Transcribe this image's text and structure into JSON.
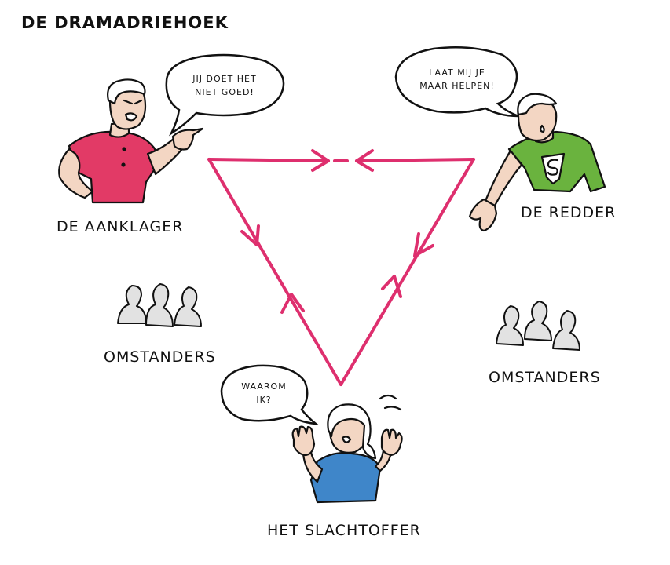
{
  "title": "DE DRAMADRIEHOEK",
  "roles": {
    "accuser": {
      "label": "DE AANKLAGER",
      "speech": [
        "JIJ DOET HET",
        "NIET GOED!"
      ]
    },
    "rescuer": {
      "label": "DE REDDER",
      "speech": [
        "LAAT MIJ JE",
        "MAAR HELPEN!"
      ]
    },
    "victim": {
      "label": "HET SLACHTOFFER",
      "speech": [
        "WAAROM",
        "IK?"
      ]
    }
  },
  "bystanders": {
    "left_label": "OMSTANDERS",
    "right_label": "OMSTANDERS"
  },
  "colors": {
    "triangle": "#de2f6e",
    "accuser_shirt": "#e23a66",
    "rescuer_shirt": "#6ab33e",
    "victim_shirt": "#3f86c9",
    "ink": "#111111",
    "bystander_fill": "#e2e2e2"
  }
}
